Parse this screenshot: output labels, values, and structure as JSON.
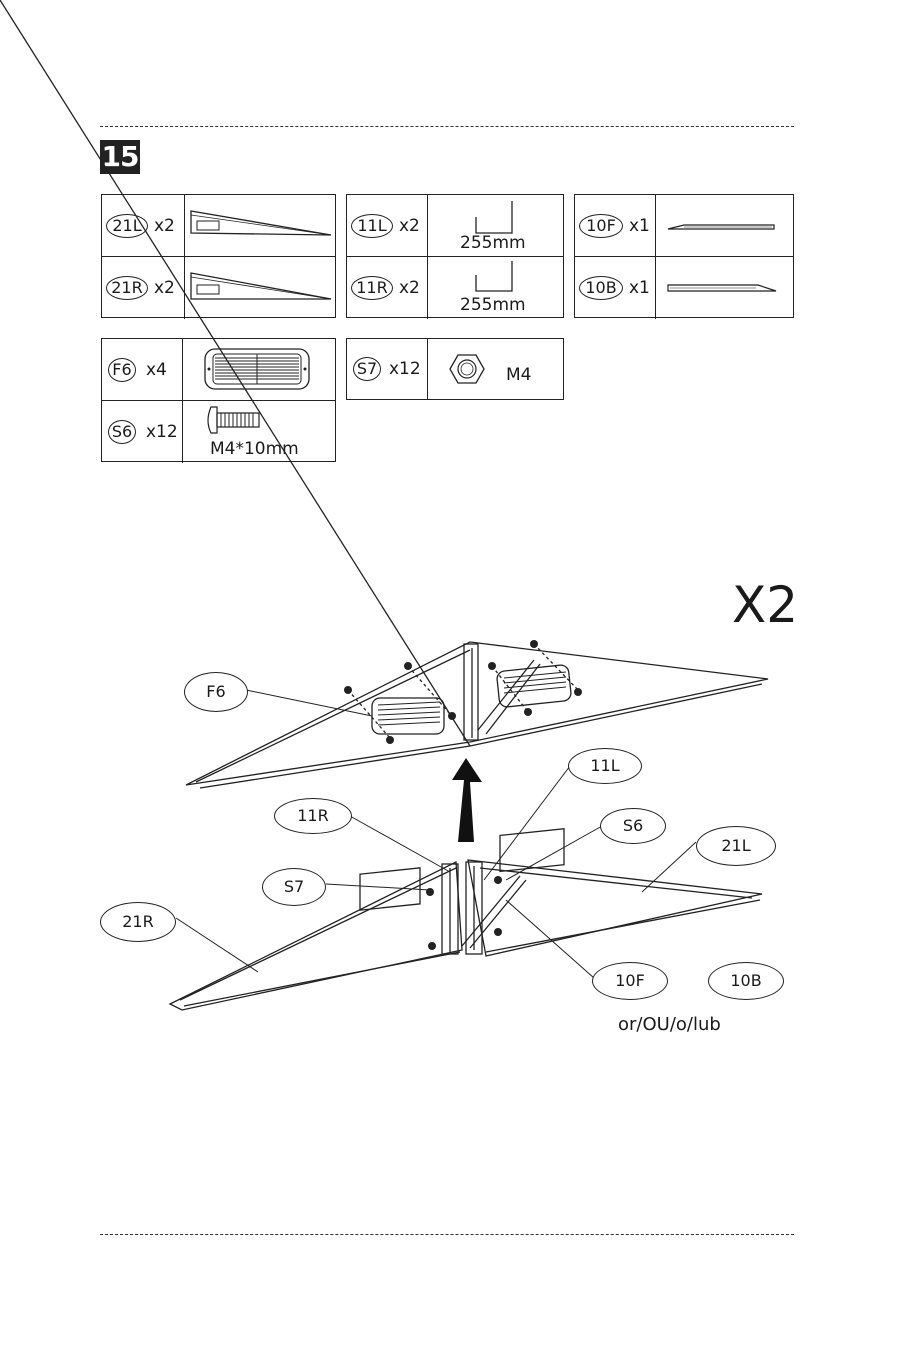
{
  "step": {
    "number": "15"
  },
  "parts": {
    "p21L": {
      "code": "21L",
      "qty": "x2"
    },
    "p21R": {
      "code": "21R",
      "qty": "x2"
    },
    "p11L": {
      "code": "11L",
      "qty": "x2",
      "dim": "255mm"
    },
    "p11R": {
      "code": "11R",
      "qty": "x2",
      "dim": "255mm"
    },
    "p10F": {
      "code": "10F",
      "qty": "x1"
    },
    "p10B": {
      "code": "10B",
      "qty": "x1"
    },
    "pF6": {
      "code": "F6",
      "qty": "x4"
    },
    "pS6": {
      "code": "S6",
      "qty": "x12",
      "dim": "M4*10mm"
    },
    "pS7": {
      "code": "S7",
      "qty": "x12",
      "dim": "M4"
    }
  },
  "multiplier": "X2",
  "callouts": {
    "f6": "F6",
    "r11": "11R",
    "l11": "11L",
    "s6": "S6",
    "l21": "21L",
    "s7": "S7",
    "r21": "21R",
    "f10": "10F",
    "b10": "10B"
  },
  "alt_note": "or/OU/o/lub"
}
